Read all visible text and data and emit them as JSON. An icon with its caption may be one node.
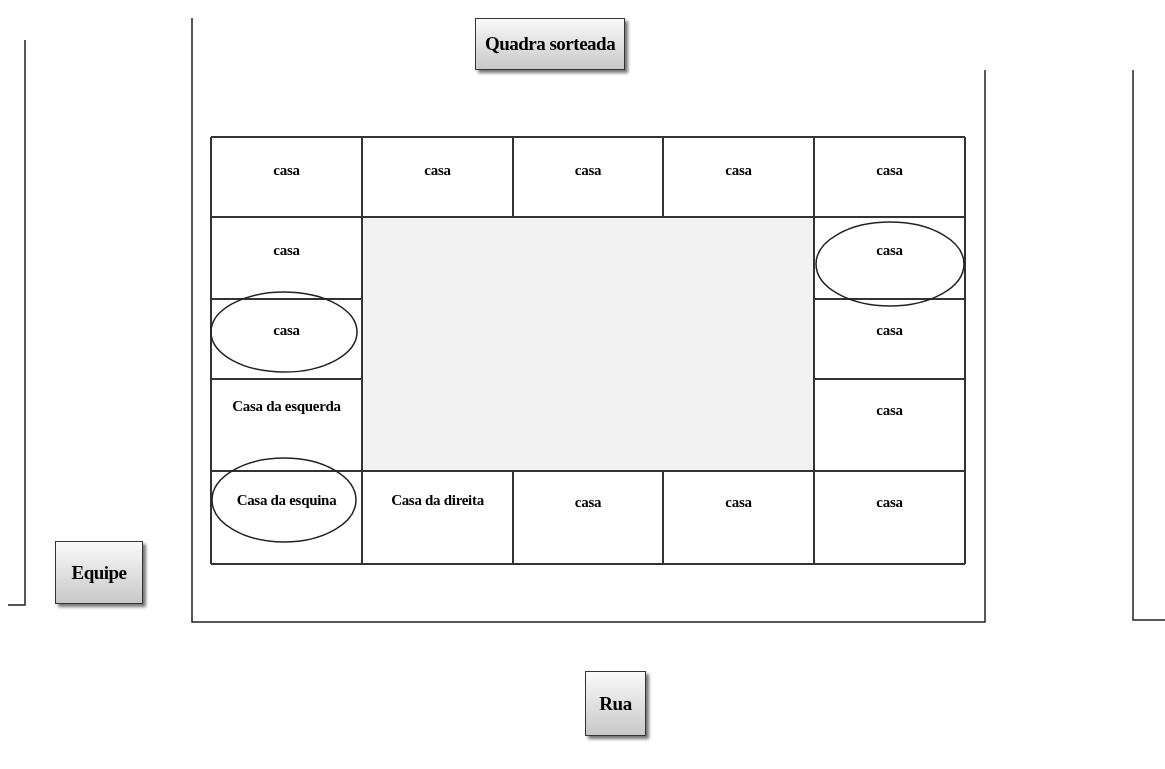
{
  "diagram": {
    "nodes": [
      {
        "text": [
          "Quadra sorteada"
        ]
      },
      {
        "text": [
          "Equipe"
        ]
      },
      {
        "text": [
          "Rua"
        ]
      }
    ],
    "labels": [
      "casa",
      "casa",
      "casa",
      "casa",
      "casa",
      "casa",
      "casa",
      "casa",
      "casa",
      "Casa da esquerda",
      "casa",
      "Casa da esquina",
      "Casa da direita",
      "casa",
      "casa",
      "casa"
    ]
  }
}
